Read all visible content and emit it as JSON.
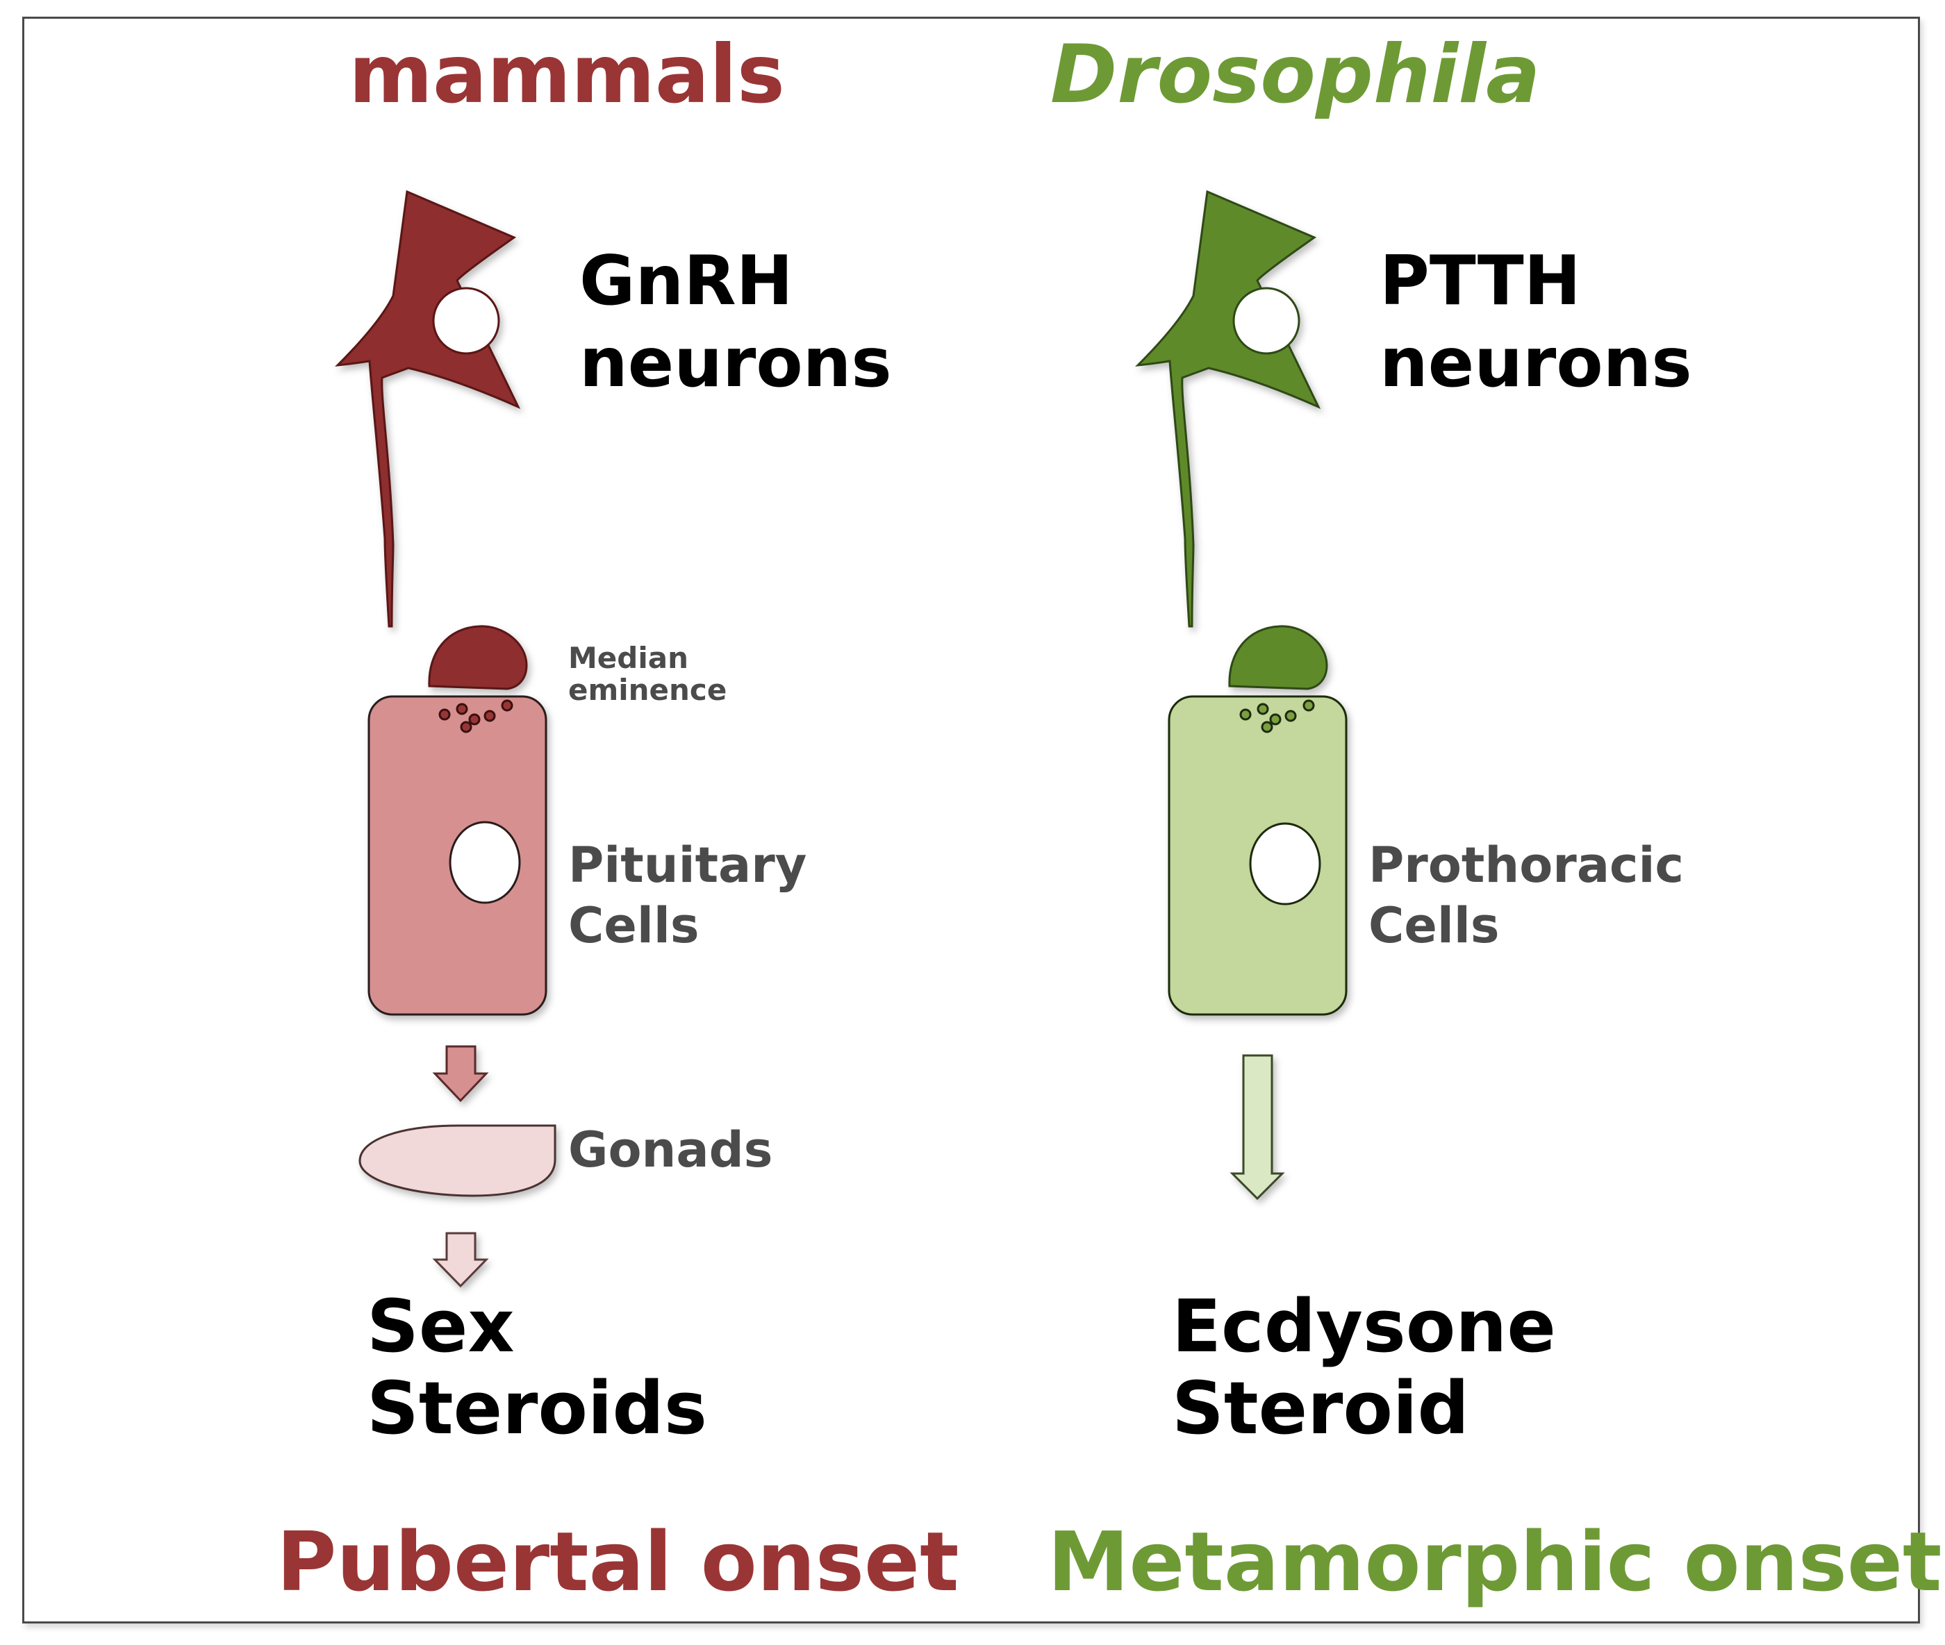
{
  "colors": {
    "mammal_dark": "#8e2d2d",
    "mammal_title": "#9a3535",
    "mammal_cell": "#d69090",
    "mammal_gonad": "#f1d9d9",
    "droso_dark": "#5f8a2c",
    "droso_title": "#6e9a35",
    "droso_cell": "#c4d79c",
    "droso_arrow": "#dbe8c4",
    "label_gray": "#4b4b4b",
    "text_black": "#000000"
  },
  "left": {
    "title": "mammals",
    "neuron_line1": "GnRH",
    "neuron_line2": "neurons",
    "median_line1": "Median",
    "median_line2": "eminence",
    "cell_line1": "Pituitary",
    "cell_line2": "Cells",
    "gonads": "Gonads",
    "steroid_line1": "Sex",
    "steroid_line2": "Steroids",
    "onset": "Pubertal onset",
    "icons": [
      "star-neuron-icon",
      "median-eminence-icon",
      "pituitary-cell-icon",
      "gonad-icon",
      "down-arrow-icon"
    ]
  },
  "right": {
    "title": "Drosophila",
    "neuron_line1": "PTTH",
    "neuron_line2": "neurons",
    "cell_line1": "Prothoracic",
    "cell_line2": "Cells",
    "steroid_line1": "Ecdysone",
    "steroid_line2": "Steroid",
    "onset": "Metamorphic onset",
    "icons": [
      "star-neuron-icon",
      "terminal-icon",
      "prothoracic-cell-icon",
      "down-arrow-icon"
    ]
  }
}
